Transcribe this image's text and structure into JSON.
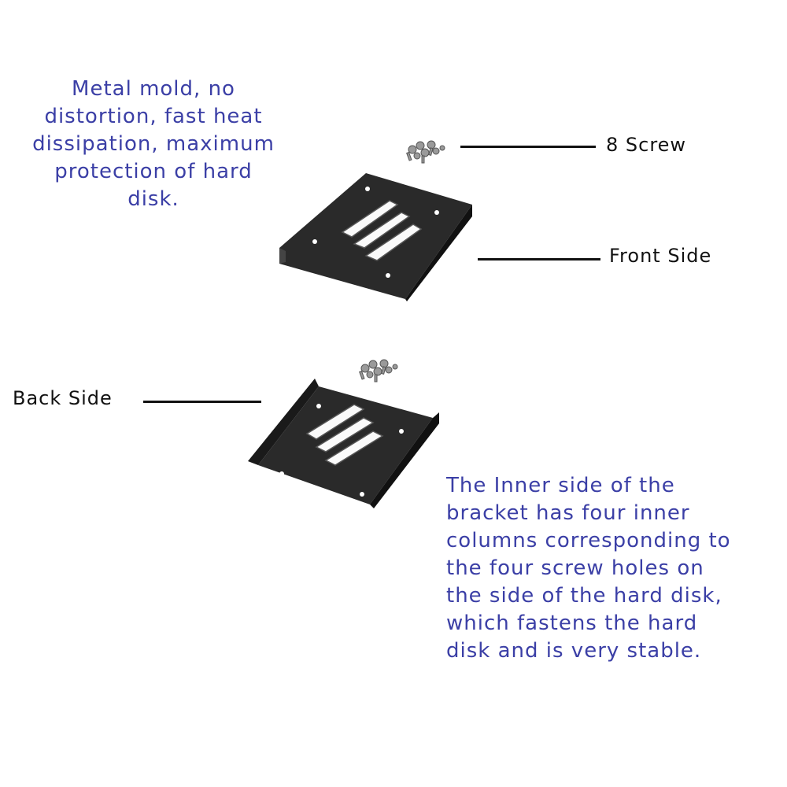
{
  "captions": {
    "top": "Metal mold, no\ndistortion, fast heat\ndissipation, maximum\nprotection of hard\ndisk.",
    "bottom": "The Inner side of the\nbracket has four inner\ncolumns corresponding to\nthe four screw holes on\nthe side of the hard disk,\nwhich fastens the hard\ndisk and is very stable."
  },
  "labels": {
    "screw": "8 Screw",
    "front": "Front Side",
    "back": "Back Side"
  },
  "colors": {
    "caption": "#3b3fa6",
    "label": "#111111",
    "metal": "#2b2b2b",
    "screw": "#9a9a9a"
  }
}
